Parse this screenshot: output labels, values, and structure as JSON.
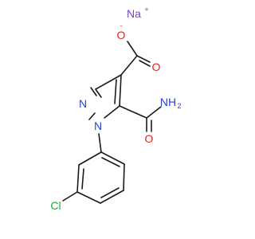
{
  "atoms": [
    {
      "id": "na",
      "text": "Na",
      "color": "#7a3fc2"
    },
    {
      "id": "na_charge",
      "text": "+",
      "color": "#7a3fc2"
    },
    {
      "id": "o1",
      "text": "O",
      "color": "#e8231f"
    },
    {
      "id": "o1_charge",
      "text": "-",
      "color": "#e8231f"
    },
    {
      "id": "o2",
      "text": "O",
      "color": "#e8231f"
    },
    {
      "id": "nh2",
      "text": "NH",
      "color": "#2a3fd8"
    },
    {
      "id": "nh2_sub",
      "text": "2",
      "color": "#2a3fd8"
    },
    {
      "id": "o3",
      "text": "O",
      "color": "#e8231f"
    },
    {
      "id": "n1",
      "text": "N",
      "color": "#2a3fd8"
    },
    {
      "id": "n2",
      "text": "N",
      "color": "#2a3fd8"
    },
    {
      "id": "cl",
      "text": "Cl",
      "color": "#25a534"
    }
  ]
}
